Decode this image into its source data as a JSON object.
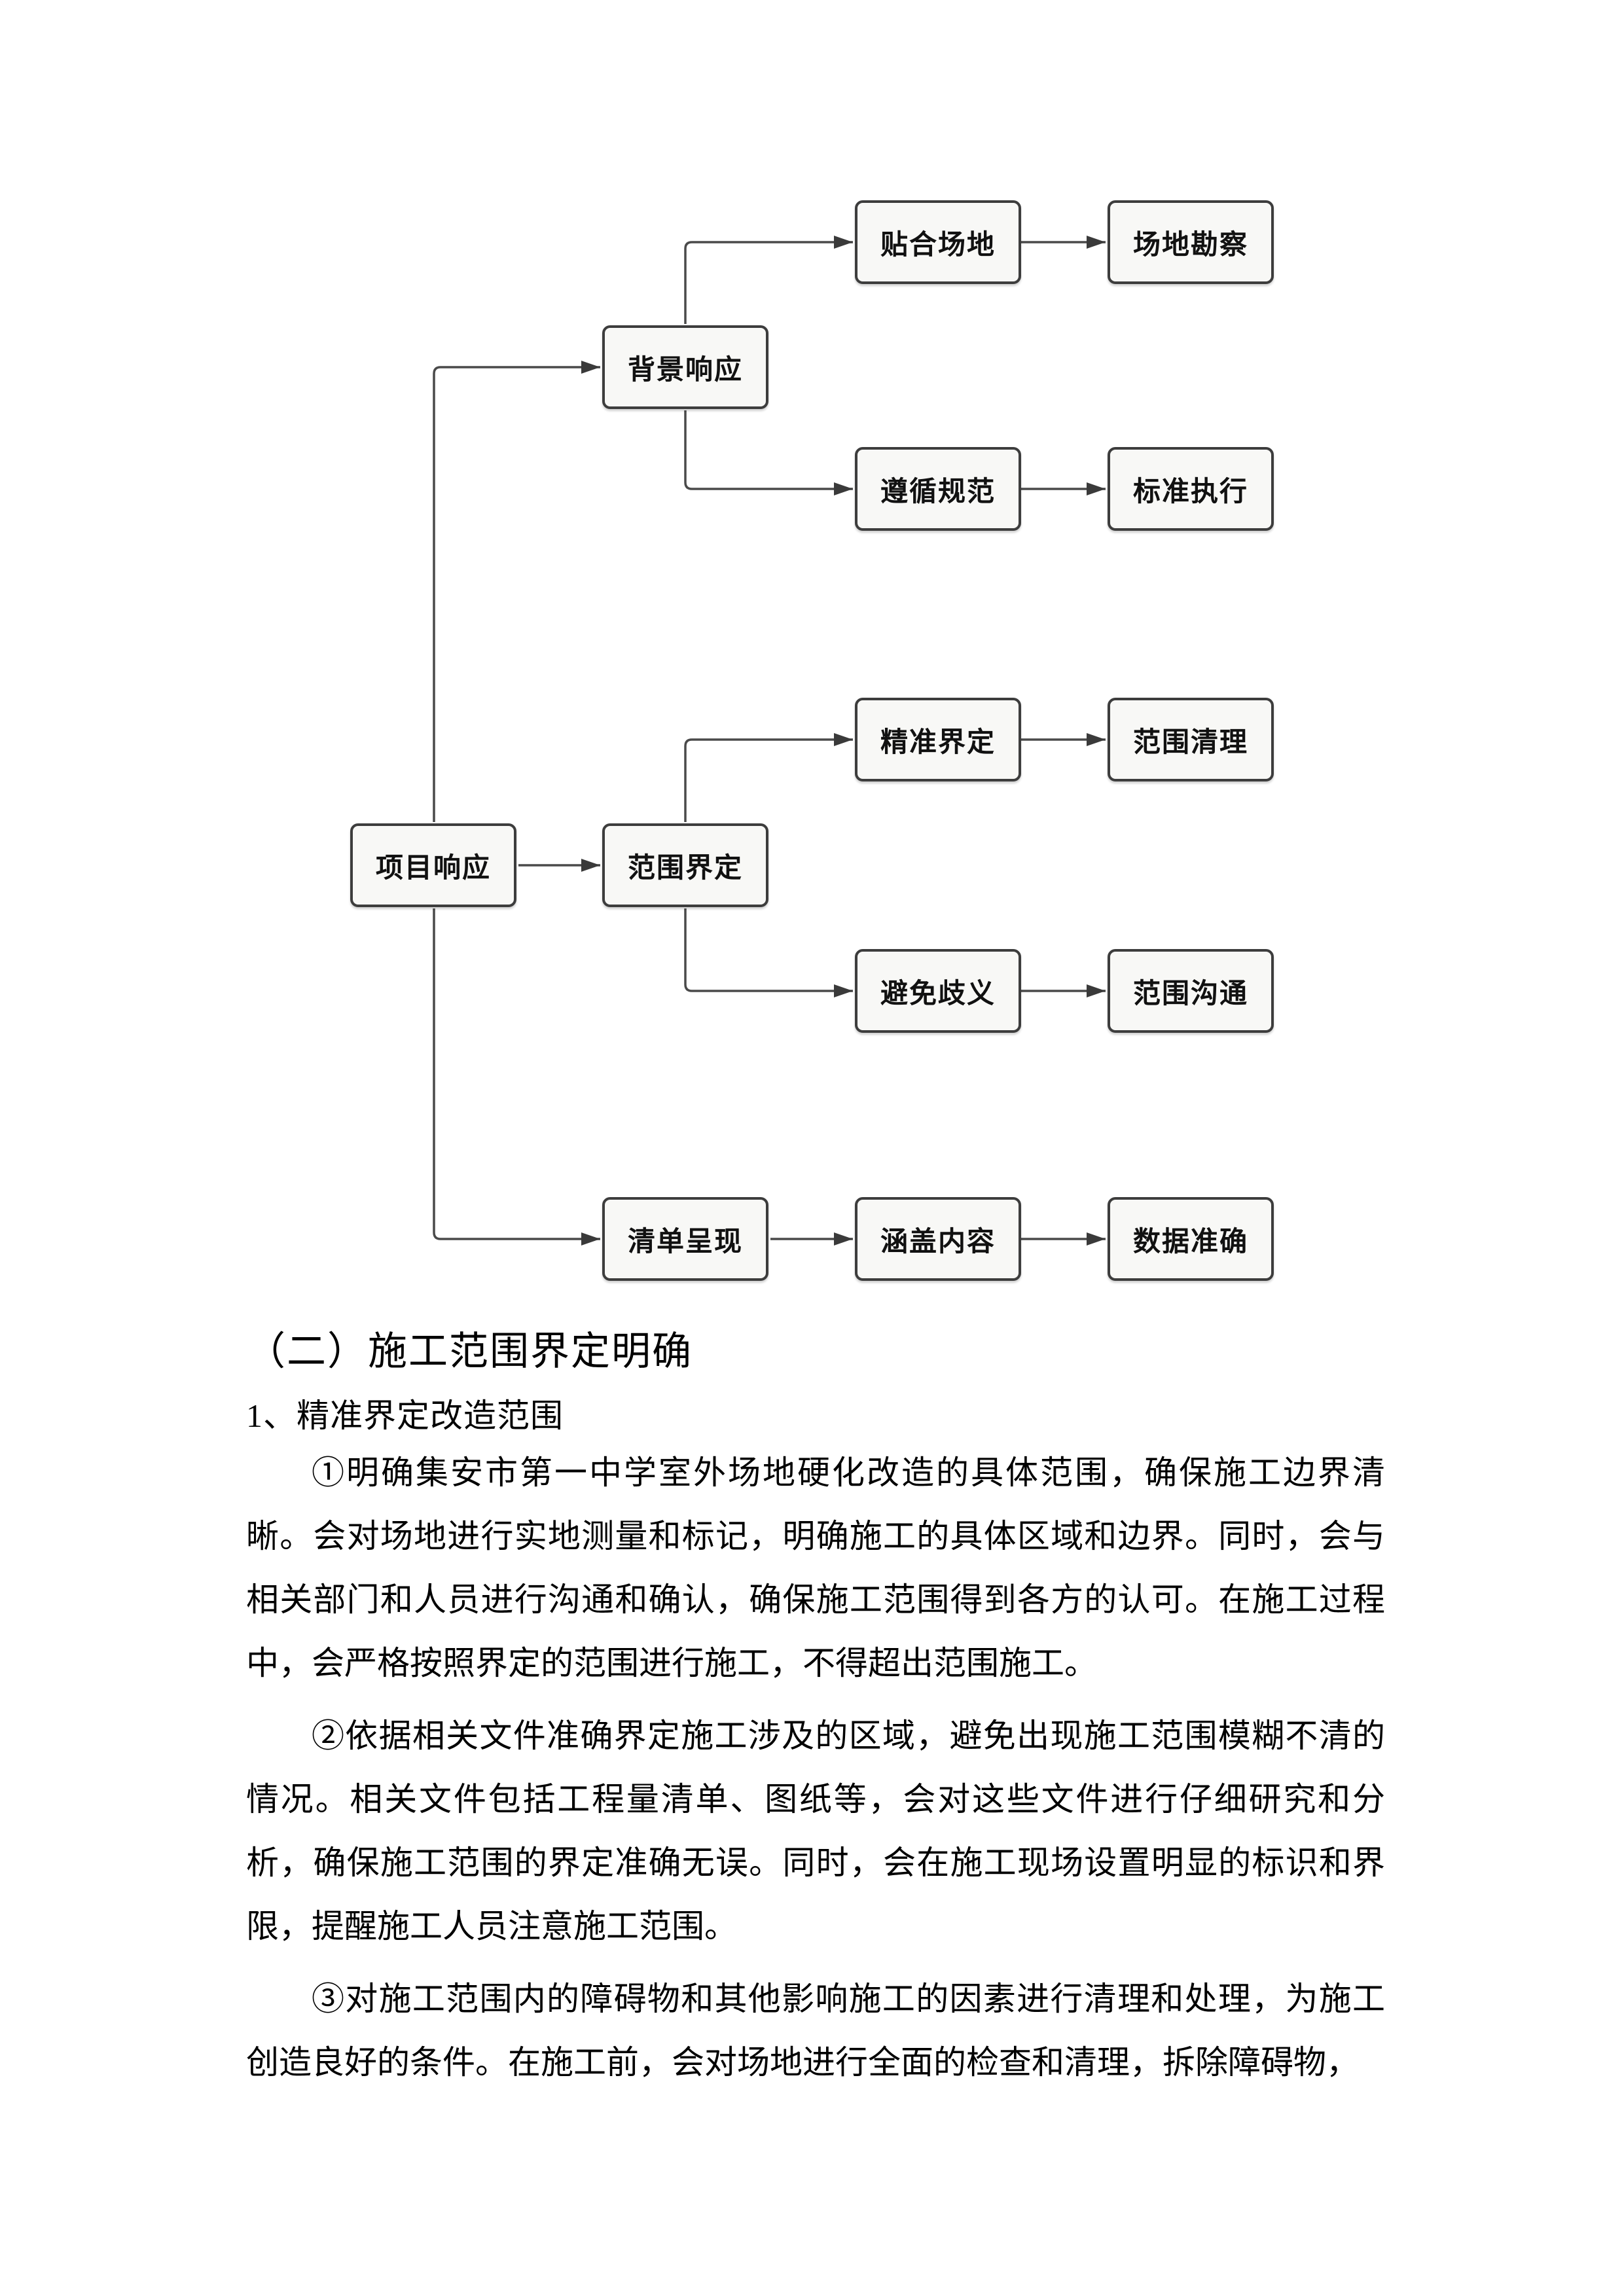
{
  "flowchart": {
    "nodes": {
      "xiangmu_xiangying": "项目响应",
      "beijing_xiangying": "背景响应",
      "tiehe_changdi": "贴合场地",
      "changdi_kancha": "场地勘察",
      "zunxun_guifan": "遵循规范",
      "biaozhun_zhixing": "标准执行",
      "fanwei_jieding": "范围界定",
      "jingzhun_jieding": "精准界定",
      "fanwei_qingli": "范围清理",
      "bimian_qiyi": "避免歧义",
      "fanwei_goutong": "范围沟通",
      "qingdan_chengxian": "清单呈现",
      "hangai_neirong": "涵盖内容",
      "shuju_zhunque": "数据准确"
    },
    "edges": [
      {
        "from": "项目响应",
        "to": "背景响应"
      },
      {
        "from": "项目响应",
        "to": "范围界定"
      },
      {
        "from": "项目响应",
        "to": "清单呈现"
      },
      {
        "from": "背景响应",
        "to": "贴合场地"
      },
      {
        "from": "背景响应",
        "to": "遵循规范"
      },
      {
        "from": "贴合场地",
        "to": "场地勘察"
      },
      {
        "from": "遵循规范",
        "to": "标准执行"
      },
      {
        "from": "范围界定",
        "to": "精准界定"
      },
      {
        "from": "范围界定",
        "to": "避免歧义"
      },
      {
        "from": "精准界定",
        "to": "范围清理"
      },
      {
        "from": "避免歧义",
        "to": "范围沟通"
      },
      {
        "from": "清单呈现",
        "to": "涵盖内容"
      },
      {
        "from": "涵盖内容",
        "to": "数据准确"
      }
    ],
    "colors": {
      "node_border": "#3d3d3d",
      "node_fill": "#f8f8f6",
      "connector": "#4a4a4a",
      "label": "#111111"
    }
  },
  "document": {
    "section_heading": "（二）施工范围界定明确",
    "subsection_heading": "1、精准界定改造范围",
    "paragraphs": [
      "①明确集安市第一中学室外场地硬化改造的具体范围，确保施工边界清晰。会对场地进行实地测量和标记，明确施工的具体区域和边界。同时，会与相关部门和人员进行沟通和确认，确保施工范围得到各方的认可。在施工过程中，会严格按照界定的范围进行施工，不得超出范围施工。",
      "②依据相关文件准确界定施工涉及的区域，避免出现施工范围模糊不清的情况。相关文件包括工程量清单、图纸等，会对这些文件进行仔细研究和分析，确保施工范围的界定准确无误。同时，会在施工现场设置明显的标识和界限，提醒施工人员注意施工范围。",
      "③对施工范围内的障碍物和其他影响施工的因素进行清理和处理，为施工创造良好的条件。在施工前，会对场地进行全面的检查和清理，拆除障碍物，"
    ]
  }
}
